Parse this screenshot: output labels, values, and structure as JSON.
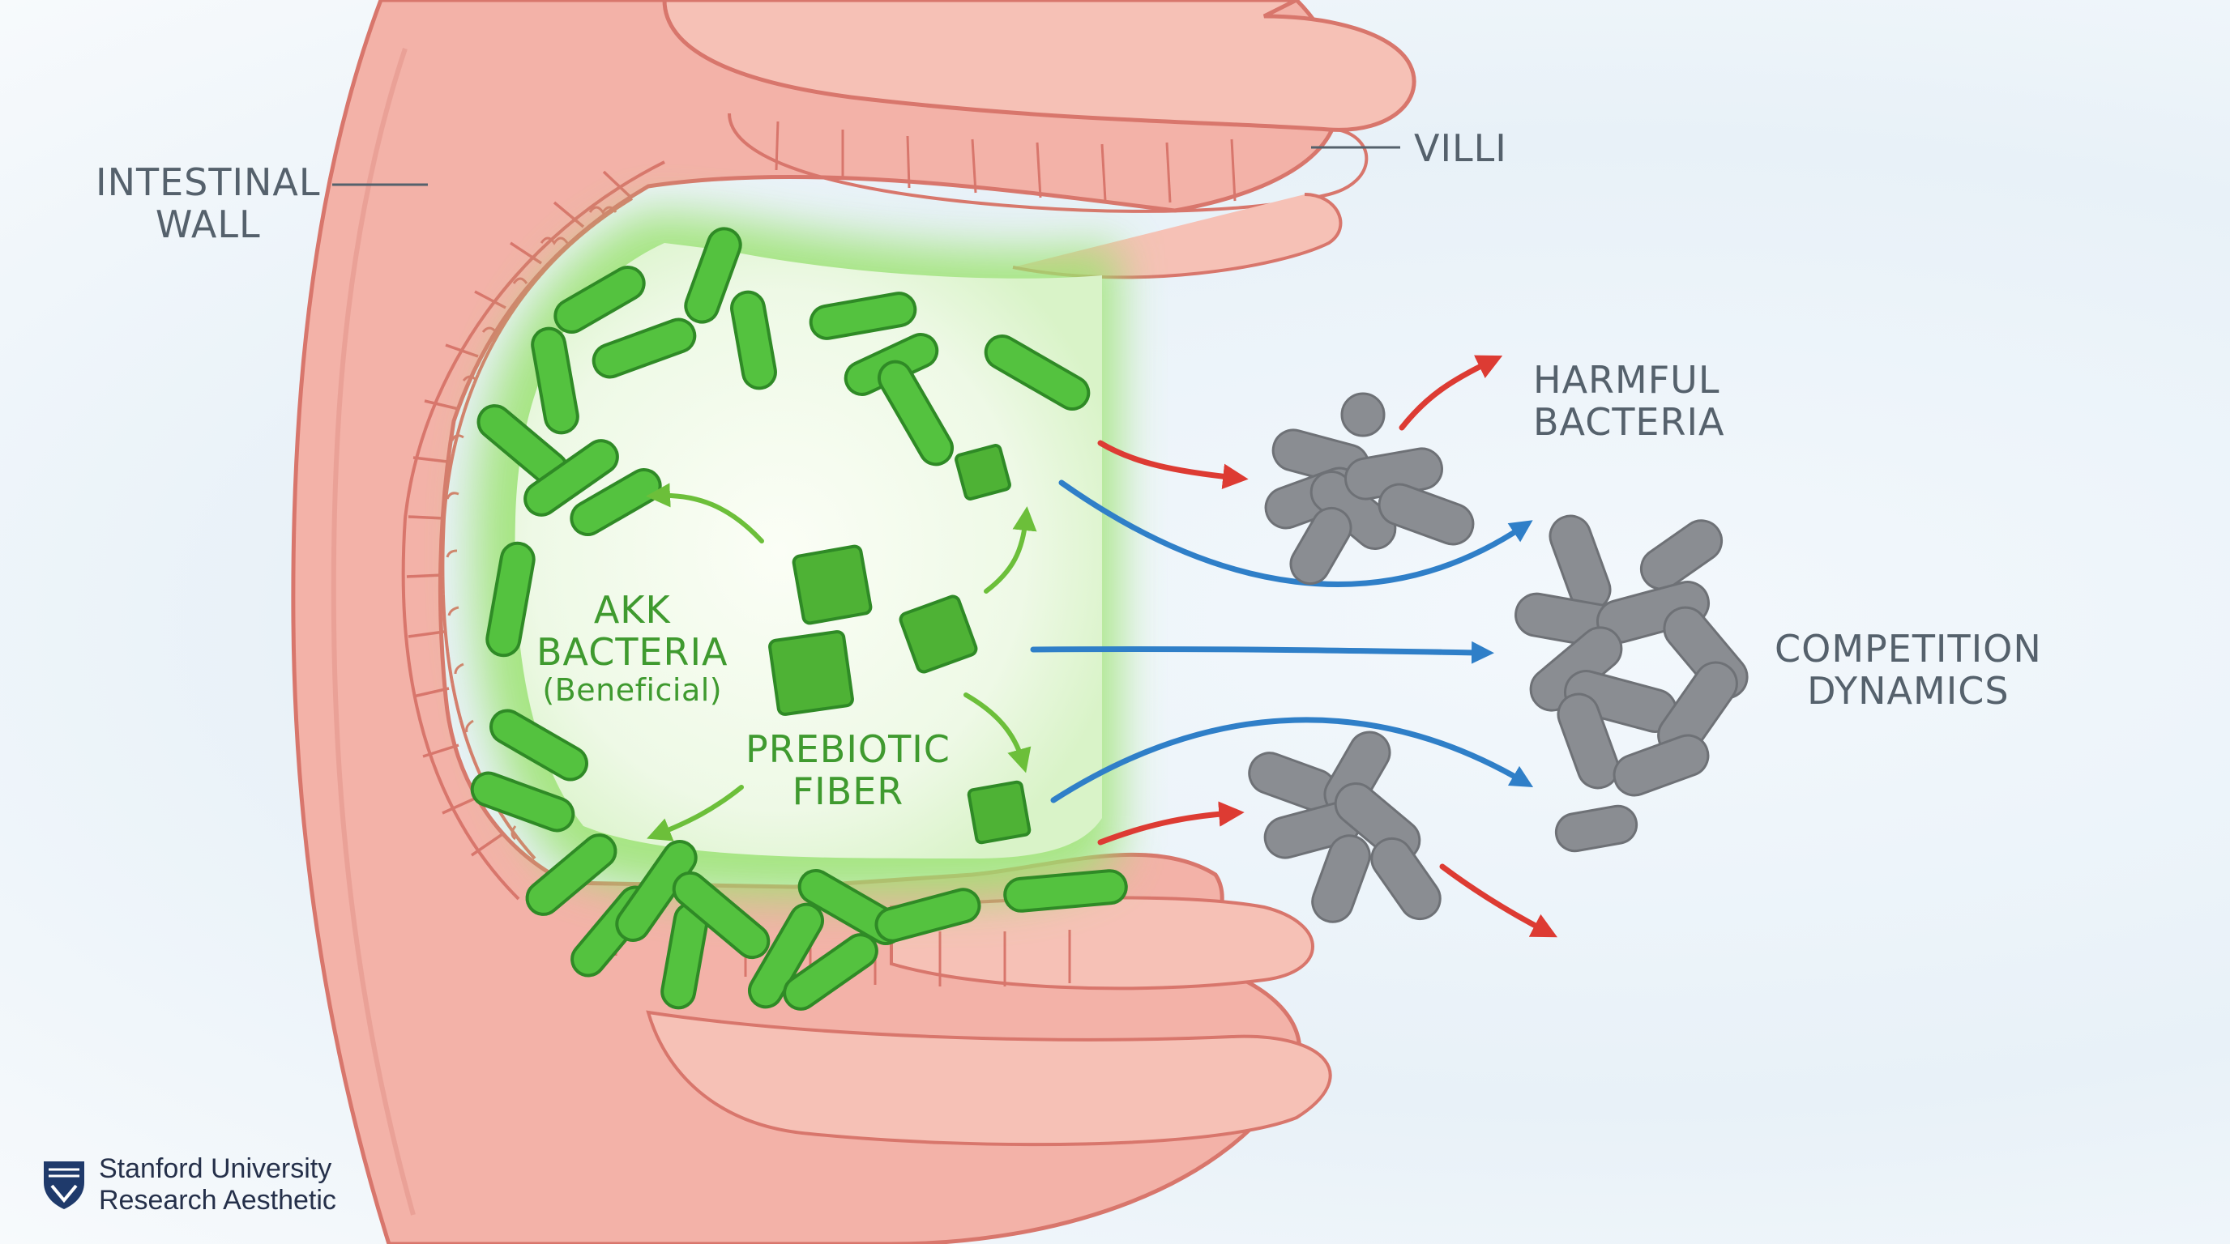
{
  "labels": {
    "intestinal_wall": [
      "INTESTINAL",
      "WALL"
    ],
    "villi": "VILLI",
    "harmful_bacteria": [
      "HARMFUL",
      "BACTERIA"
    ],
    "competition_dynamics": [
      "COMPETITION",
      "DYNAMICS"
    ],
    "akk_bacteria": [
      "AKK",
      "BACTERIA"
    ],
    "akk_note": "(Beneficial)",
    "prebiotic_fiber": [
      "PREBIOTIC",
      "FIBER"
    ]
  },
  "logo": {
    "line1": "Stanford University",
    "line2": "Research Aesthetic",
    "icon": "shield-icon"
  },
  "colors": {
    "tissue": "#f3b2a8",
    "tissue_dark": "#d8766c",
    "beneficial": "#54c23f",
    "fiber": "#4eb235",
    "harmful": "#8a8d92",
    "blue_arrow": "#2f7fc8",
    "red_arrow": "#dd3b33",
    "label_gray": "#55616c",
    "label_green": "#3f9a2f"
  }
}
